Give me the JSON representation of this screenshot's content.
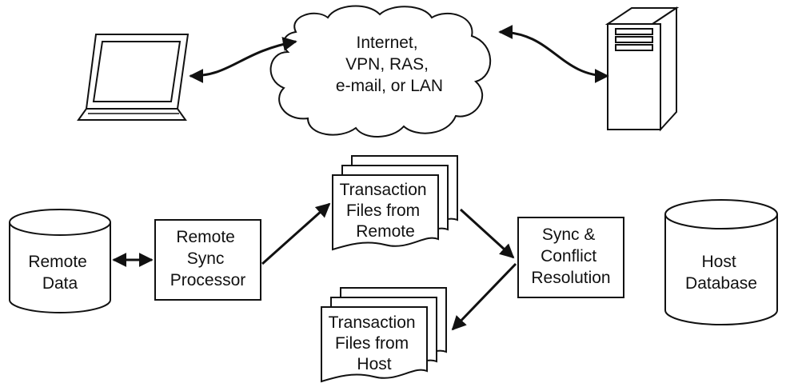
{
  "network": {
    "lines": [
      "Internet,",
      "VPN, RAS,",
      "e-mail, or LAN"
    ]
  },
  "remote_data": {
    "lines": [
      "Remote",
      "Data"
    ]
  },
  "remote_sync": {
    "lines": [
      "Remote",
      "Sync",
      "Processor"
    ]
  },
  "trans_remote": {
    "lines": [
      "Transaction",
      "Files from",
      "Remote"
    ]
  },
  "sync_conflict": {
    "lines": [
      "Sync &",
      "Conflict",
      "Resolution"
    ]
  },
  "trans_host": {
    "lines": [
      "Transaction",
      "Files from",
      "Host"
    ]
  },
  "host_db": {
    "lines": [
      "Host",
      "Database"
    ]
  },
  "icons": [
    "laptop-icon",
    "server-icon",
    "cloud-icon"
  ],
  "colors": {
    "ink": "#111111",
    "paper": "#ffffff"
  }
}
